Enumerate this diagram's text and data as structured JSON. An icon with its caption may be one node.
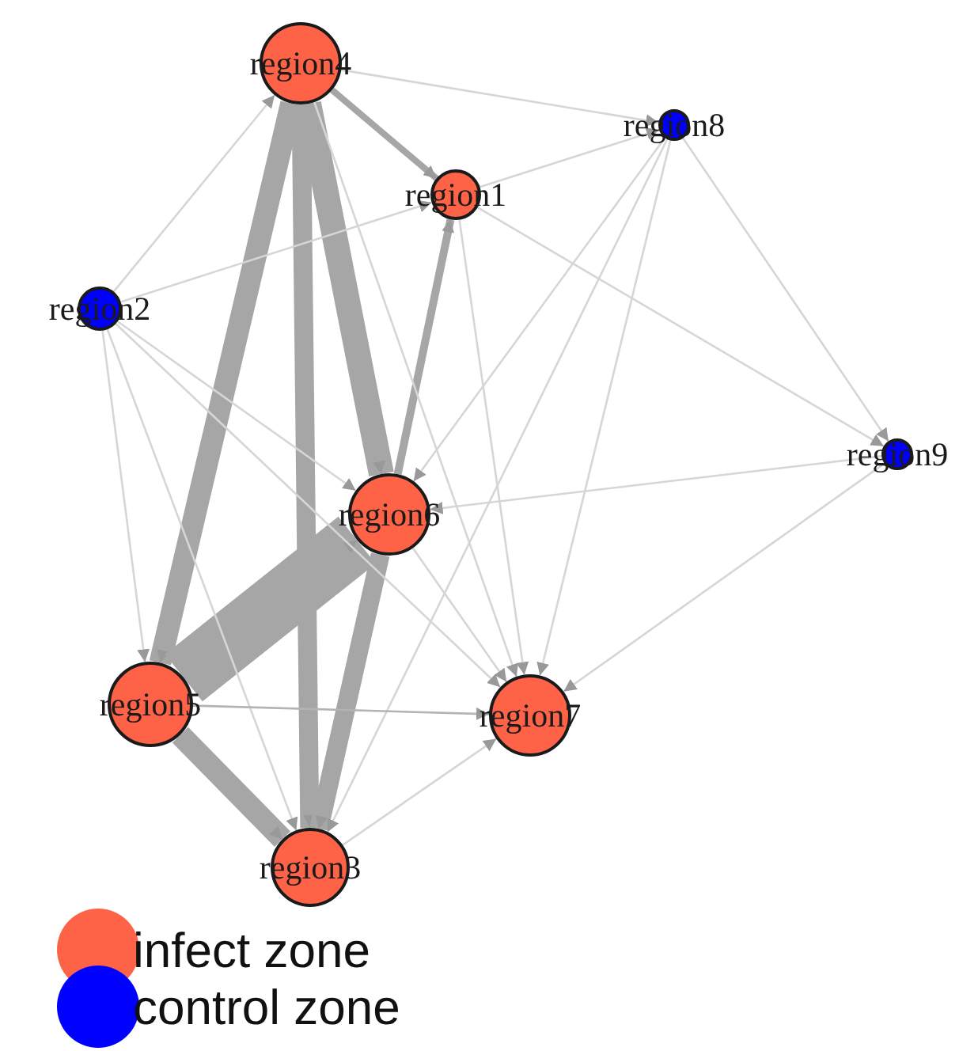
{
  "diagram": {
    "nodes": [
      {
        "text": [
          "region4"
        ]
      },
      {
        "text": [
          "region8"
        ]
      },
      {
        "text": [
          "region1"
        ]
      },
      {
        "text": [
          "region2"
        ]
      },
      {
        "text": [
          "region9"
        ]
      },
      {
        "text": [
          "region6"
        ]
      },
      {
        "text": [
          "region5"
        ]
      },
      {
        "text": [
          "region7"
        ]
      },
      {
        "text": [
          "region3"
        ]
      }
    ],
    "edges": [
      {
        "from": 0,
        "to": 6,
        "arrow": "to",
        "style": "thick",
        "color": "#a6a6a6"
      },
      {
        "from": 0,
        "to": 5,
        "arrow": "to",
        "style": "thick",
        "color": "#a6a6a6"
      },
      {
        "from": 0,
        "to": 8,
        "arrow": "to",
        "style": "thick",
        "color": "#a6a6a6"
      },
      {
        "from": 6,
        "to": 5,
        "arrow": "to",
        "style": "thick",
        "color": "#a6a6a6"
      },
      {
        "from": 5,
        "to": 8,
        "arrow": "to",
        "style": "thick",
        "color": "#a6a6a6"
      },
      {
        "from": 6,
        "to": 8,
        "arrow": "to",
        "style": "thick",
        "color": "#a6a6a6"
      },
      {
        "from": 5,
        "to": 2,
        "arrow": "to",
        "style": "thick",
        "color": "#a6a6a6"
      },
      {
        "from": 0,
        "to": 2,
        "arrow": "to",
        "style": "thick",
        "color": "#a6a6a6"
      },
      {
        "from": 0,
        "to": 1,
        "arrow": "to"
      },
      {
        "from": 3,
        "to": 0,
        "arrow": "to"
      },
      {
        "from": 3,
        "to": 2,
        "arrow": "to"
      },
      {
        "from": 2,
        "to": 1,
        "arrow": "to"
      },
      {
        "from": 2,
        "to": 4,
        "arrow": "to"
      },
      {
        "from": 2,
        "to": 7,
        "arrow": "to"
      },
      {
        "from": 1,
        "to": 5,
        "arrow": "to"
      },
      {
        "from": 1,
        "to": 7,
        "arrow": "to"
      },
      {
        "from": 1,
        "to": 8,
        "arrow": "to"
      },
      {
        "from": 1,
        "to": 4,
        "arrow": "to"
      },
      {
        "from": 3,
        "to": 6,
        "arrow": "to"
      },
      {
        "from": 3,
        "to": 8,
        "arrow": "to"
      },
      {
        "from": 3,
        "to": 7,
        "arrow": "to"
      },
      {
        "from": 4,
        "to": 5,
        "arrow": "to"
      },
      {
        "from": 4,
        "to": 7,
        "arrow": "to"
      },
      {
        "from": 6,
        "to": 7,
        "arrow": "to",
        "color": "#b3b3b3"
      },
      {
        "from": 8,
        "to": 7,
        "arrow": "to"
      },
      {
        "from": 5,
        "to": 7,
        "arrow": "to"
      },
      {
        "from": 0,
        "to": 7,
        "arrow": "to"
      },
      {
        "from": 3,
        "to": 5,
        "arrow": "to"
      }
    ],
    "legend": [
      {
        "text": "infect zone",
        "color": "#ff6347"
      },
      {
        "text": "control zone",
        "color": "#0000ff"
      }
    ]
  }
}
